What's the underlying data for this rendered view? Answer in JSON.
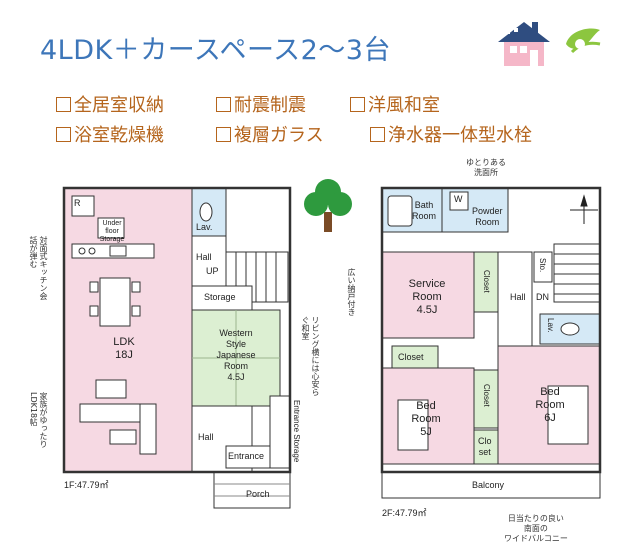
{
  "header": {
    "title": "4LDK＋カースペース2～3台",
    "features": [
      "全居室収納",
      "耐震制震",
      "洋風和室",
      "浴室乾燥機",
      "複層ガラス",
      "浄水器一体型水栓"
    ]
  },
  "plan1f": {
    "rooms": {
      "ldk": "LDK\n18J",
      "lav": "Lav.",
      "storage": "Storage",
      "western": "Western\nStyle\nJapanese\nRoom\n4.5J",
      "hall_upper": "Hall",
      "up": "UP",
      "hall_lower": "Hall",
      "entrance": "Entrance",
      "entrance_storage": "Entrance Storage",
      "porch": "Porch",
      "under_floor": "Under\nfloor\nStorage",
      "r_mark": "R"
    },
    "area": "1F:47.79㎡",
    "notes": {
      "kitchen": "対面式キッチン会話が弾む",
      "ldk": "家族がゆったりLDK18帖",
      "living_side": "リビング横には心安らぐ和室"
    }
  },
  "plan2f": {
    "rooms": {
      "bath": "Bath\nRoom",
      "w": "W",
      "powder": "Powder\nRoom",
      "service": "Service\nRoom\n4.5J",
      "closet_v1": "Closet",
      "hall": "Hall",
      "dn": "DN",
      "sto": "Sto.",
      "lav": "Lav.",
      "closet_h": "Closet",
      "closet_v2": "Closet",
      "bed_left": "Bed\nRoom\n5J",
      "bed_right": "Bed\nRoom\n6J",
      "clo_set": "Clo\nset",
      "balcony": "Balcony"
    },
    "area": "2F:47.79㎡",
    "notes": {
      "washroom": "ゆとりある\n洗面所",
      "storage": "広い納戸付き",
      "balcony": "日当たりの良い\n南面の\nワイドバルコニー"
    }
  },
  "colors": {
    "title": "#3d76b9",
    "features": "#b5651d",
    "pink": "#f6d9e3",
    "blue": "#d5e9f6",
    "green": "#dcefd2",
    "wall": "#333333",
    "note_border": "#e0b84a"
  },
  "icons": [
    "house-icon",
    "leaf-icon",
    "tree-icon",
    "compass-icon"
  ]
}
